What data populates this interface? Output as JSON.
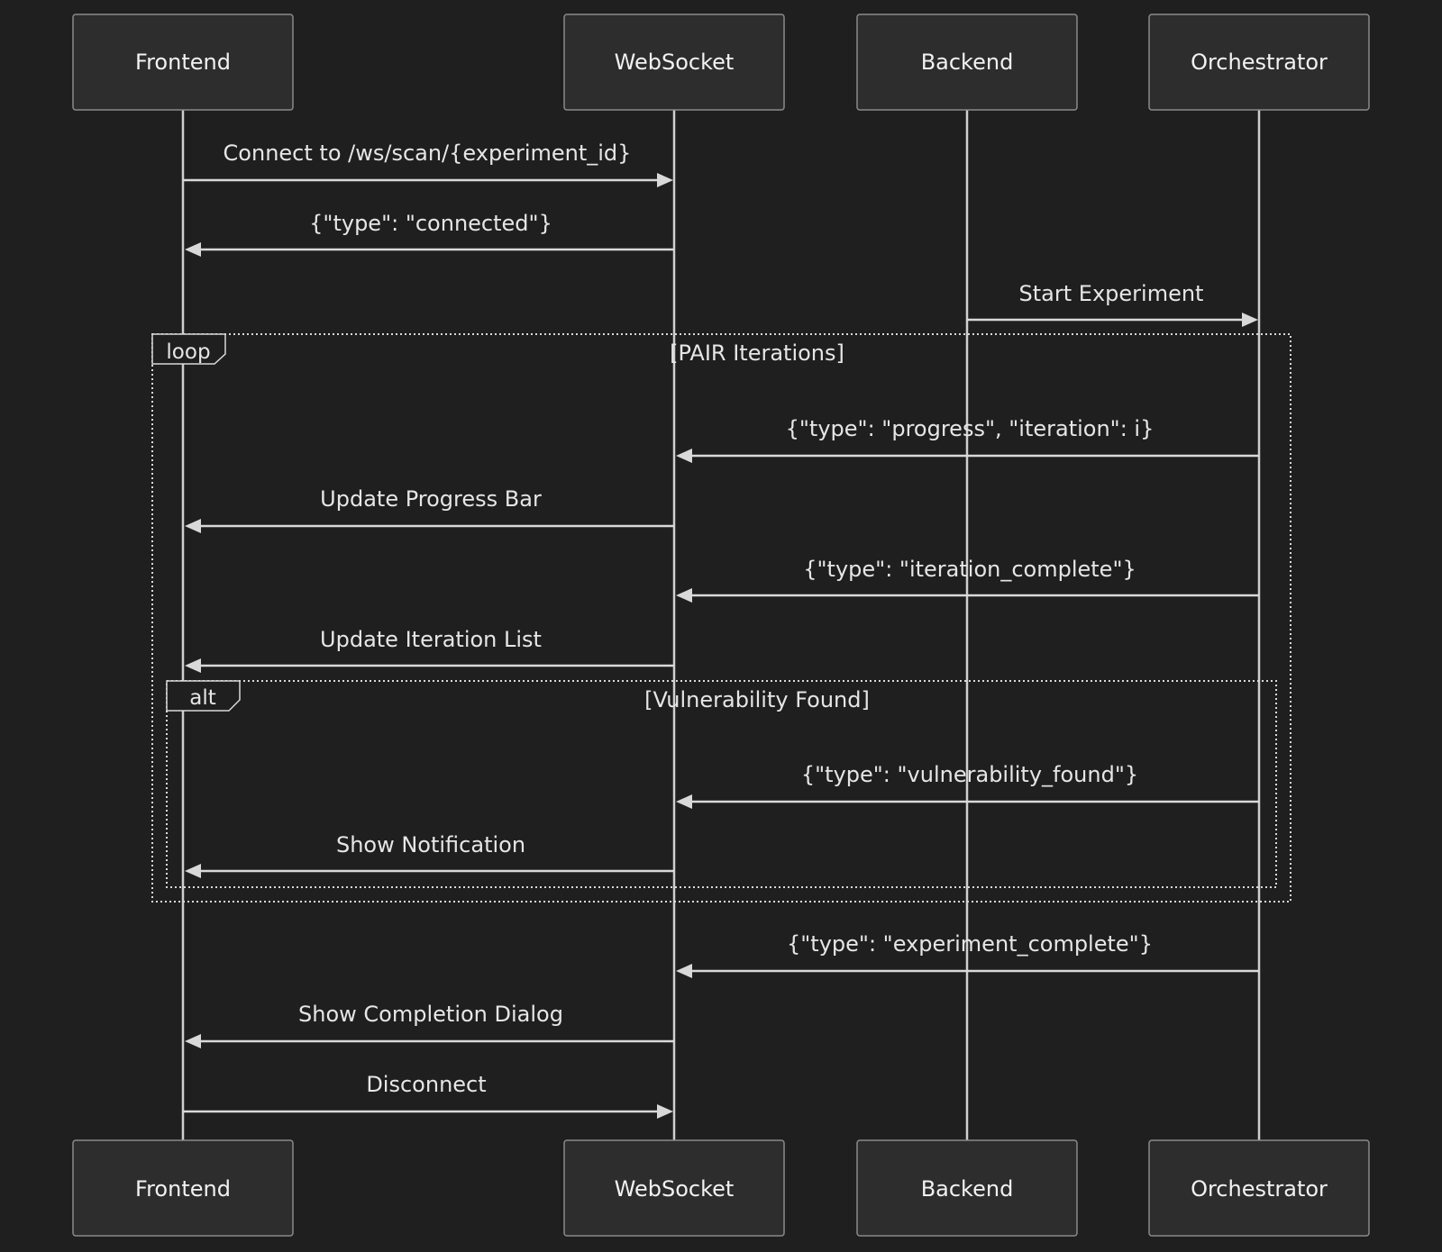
{
  "actors": [
    {
      "id": "frontend",
      "label": "Frontend"
    },
    {
      "id": "websocket",
      "label": "WebSocket"
    },
    {
      "id": "backend",
      "label": "Backend"
    },
    {
      "id": "orchestrator",
      "label": "Orchestrator"
    }
  ],
  "messages": [
    {
      "id": "connect",
      "from": "frontend",
      "to": "websocket",
      "label": "Connect to /ws/scan/{experiment_id}"
    },
    {
      "id": "connected",
      "from": "websocket",
      "to": "frontend",
      "label": "{\"type\": \"connected\"}"
    },
    {
      "id": "start-experiment",
      "from": "backend",
      "to": "orchestrator",
      "label": "Start Experiment"
    },
    {
      "id": "progress",
      "from": "orchestrator",
      "to": "websocket",
      "label": "{\"type\": \"progress\", \"iteration\": i}"
    },
    {
      "id": "update-progress-bar",
      "from": "websocket",
      "to": "frontend",
      "label": "Update Progress Bar"
    },
    {
      "id": "iteration-complete",
      "from": "orchestrator",
      "to": "websocket",
      "label": "{\"type\": \"iteration_complete\"}"
    },
    {
      "id": "update-iteration-list",
      "from": "websocket",
      "to": "frontend",
      "label": "Update Iteration List"
    },
    {
      "id": "vulnerability-found",
      "from": "orchestrator",
      "to": "websocket",
      "label": "{\"type\": \"vulnerability_found\"}"
    },
    {
      "id": "show-notification",
      "from": "websocket",
      "to": "frontend",
      "label": "Show Notification"
    },
    {
      "id": "experiment-complete",
      "from": "orchestrator",
      "to": "websocket",
      "label": "{\"type\": \"experiment_complete\"}"
    },
    {
      "id": "show-completion-dialog",
      "from": "websocket",
      "to": "frontend",
      "label": "Show Completion Dialog"
    },
    {
      "id": "disconnect",
      "from": "frontend",
      "to": "websocket",
      "label": "Disconnect"
    }
  ],
  "frames": [
    {
      "id": "loop",
      "keyword": "loop",
      "condition": "[PAIR Iterations]"
    },
    {
      "id": "alt",
      "keyword": "alt",
      "condition": "[Vulnerability Found]"
    }
  ],
  "colors": {
    "background": "#1f1f1f",
    "actor_fill": "#2d2d2d",
    "actor_stroke": "#8a8a8a",
    "line": "#d9d9d9",
    "text": "#e6e6e6"
  }
}
